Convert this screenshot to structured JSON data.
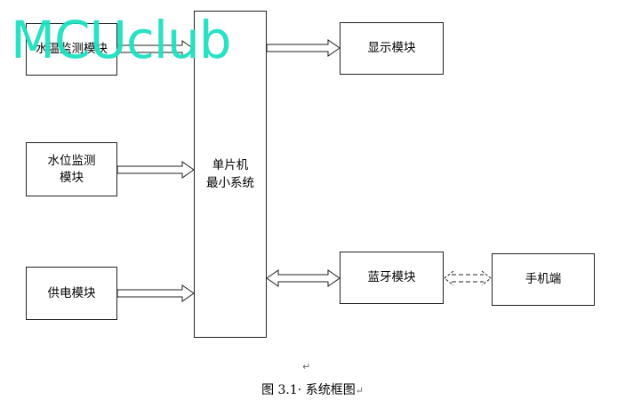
{
  "watermark": "MCUclub",
  "diagram": {
    "nodes": {
      "water_temp": "水温监测模块",
      "water_level": "水位监测\n模块",
      "power": "供电模块",
      "mcu": "单片机\n最小系统",
      "display": "显示模块",
      "bluetooth": "蓝牙模块",
      "phone": "手机端"
    }
  },
  "caption": {
    "text": "图 3.1· 系统框图",
    "mark": "↵"
  },
  "para_mark": "↵"
}
